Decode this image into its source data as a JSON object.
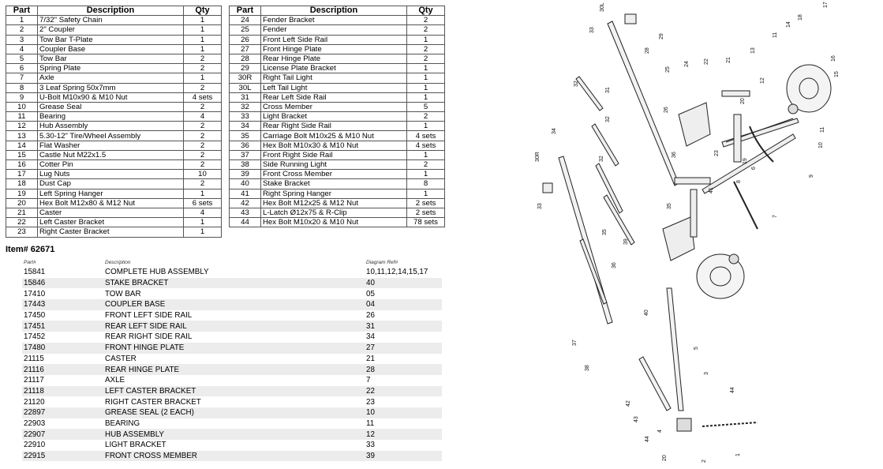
{
  "left_table": {
    "headers": [
      "Part",
      "Description",
      "Qty"
    ],
    "rows": [
      [
        "1",
        "7/32\" Safety Chain",
        "1"
      ],
      [
        "2",
        "2\" Coupler",
        "1"
      ],
      [
        "3",
        "Tow Bar T-Plate",
        "1"
      ],
      [
        "4",
        "Coupler Base",
        "1"
      ],
      [
        "5",
        "Tow Bar",
        "2"
      ],
      [
        "6",
        "Spring Plate",
        "2"
      ],
      [
        "7",
        "Axle",
        "1"
      ],
      [
        "8",
        "3 Leaf Spring 50x7mm",
        "2"
      ],
      [
        "9",
        "U-Bolt M10x90 & M10 Nut",
        "4 sets"
      ],
      [
        "10",
        "Grease Seal",
        "2"
      ],
      [
        "11",
        "Bearing",
        "4"
      ],
      [
        "12",
        "Hub Assembly",
        "2"
      ],
      [
        "13",
        "5.30-12\" Tire/Wheel Assembly",
        "2"
      ],
      [
        "14",
        "Flat Washer",
        "2"
      ],
      [
        "15",
        "Castle Nut M22x1.5",
        "2"
      ],
      [
        "16",
        "Cotter Pin",
        "2"
      ],
      [
        "17",
        "Lug Nuts",
        "10"
      ],
      [
        "18",
        "Dust Cap",
        "2"
      ],
      [
        "19",
        "Left Spring Hanger",
        "1"
      ],
      [
        "20",
        "Hex Bolt M12x80 & M12 Nut",
        "6 sets"
      ],
      [
        "21",
        "Caster",
        "4"
      ],
      [
        "22",
        "Left Caster Bracket",
        "1"
      ],
      [
        "23",
        "Right Caster Bracket",
        "1"
      ]
    ]
  },
  "right_table": {
    "headers": [
      "Part",
      "Description",
      "Qty"
    ],
    "rows": [
      [
        "24",
        "Fender Bracket",
        "2"
      ],
      [
        "25",
        "Fender",
        "2"
      ],
      [
        "26",
        "Front Left Side Rail",
        "1"
      ],
      [
        "27",
        "Front Hinge Plate",
        "2"
      ],
      [
        "28",
        "Rear Hinge Plate",
        "2"
      ],
      [
        "29",
        "License Plate Bracket",
        "1"
      ],
      [
        "30R",
        "Right Tail Light",
        "1"
      ],
      [
        "30L",
        "Left Tail Light",
        "1"
      ],
      [
        "31",
        "Rear Left Side Rail",
        "1"
      ],
      [
        "32",
        "Cross Member",
        "5"
      ],
      [
        "33",
        "Light Bracket",
        "2"
      ],
      [
        "34",
        "Rear Right Side Rail",
        "1"
      ],
      [
        "35",
        "Carriage Bolt M10x25 & M10 Nut",
        "4 sets"
      ],
      [
        "36",
        "Hex Bolt M10x30 & M10 Nut",
        "4 sets"
      ],
      [
        "37",
        "Front Right Side Rail",
        "1"
      ],
      [
        "38",
        "Side Running Light",
        "2"
      ],
      [
        "39",
        "Front Cross Member",
        "1"
      ],
      [
        "40",
        "Stake Bracket",
        "8"
      ],
      [
        "41",
        "Right Spring Hanger",
        "1"
      ],
      [
        "42",
        "Hex Bolt M12x25 & M12 Nut",
        "2 sets"
      ],
      [
        "43",
        "L-Latch Ø12x75 & R-Clip",
        "2 sets"
      ],
      [
        "44",
        "Hex Bolt M10x20 & M10 Nut",
        "78 sets"
      ]
    ]
  },
  "item_title": "Item# 62671",
  "parts_list": {
    "headers": [
      "Part#",
      "Description",
      "Diagram Ref#"
    ],
    "rows": [
      [
        "15841",
        "COMPLETE HUB ASSEMBLY",
        "10,11,12,14,15,17"
      ],
      [
        "15846",
        "STAKE BRACKET",
        "40"
      ],
      [
        "17410",
        "TOW BAR",
        "05"
      ],
      [
        "17443",
        "COUPLER BASE",
        "04"
      ],
      [
        "17450",
        "FRONT LEFT SIDE RAIL",
        "26"
      ],
      [
        "17451",
        "REAR LEFT SIDE RAIL",
        "31"
      ],
      [
        "17452",
        "REAR RIGHT SIDE RAIL",
        "34"
      ],
      [
        "17480",
        "FRONT HINGE PLATE",
        "27"
      ],
      [
        "21115",
        "CASTER",
        "21"
      ],
      [
        "21116",
        "REAR HINGE PLATE",
        "28"
      ],
      [
        "21117",
        "AXLE",
        "7"
      ],
      [
        "21118",
        "LEFT CASTER BRACKET",
        "22"
      ],
      [
        "21120",
        "RIGHT CASTER BRACKET",
        "23"
      ],
      [
        "22897",
        "GREASE SEAL (2 EACH)",
        "10"
      ],
      [
        "22903",
        "BEARING",
        "11"
      ],
      [
        "22907",
        "HUB ASSEMBLY",
        "12"
      ],
      [
        "22910",
        "LIGHT BRACKET",
        "33"
      ],
      [
        "22915",
        "FRONT CROSS MEMBER",
        "39"
      ]
    ]
  },
  "diagram_labels": [
    "30L",
    "33",
    "29",
    "28",
    "32",
    "31",
    "25",
    "24",
    "22",
    "21",
    "20",
    "13",
    "11",
    "14",
    "18",
    "17",
    "16",
    "15",
    "12",
    "10",
    "11",
    "9",
    "6",
    "19",
    "8",
    "7",
    "23",
    "26",
    "36",
    "41",
    "35",
    "32",
    "32",
    "34",
    "30R",
    "33",
    "35",
    "39",
    "36",
    "37",
    "38",
    "40",
    "5",
    "3",
    "44",
    "42",
    "43",
    "4",
    "44",
    "20",
    "2",
    "1"
  ]
}
